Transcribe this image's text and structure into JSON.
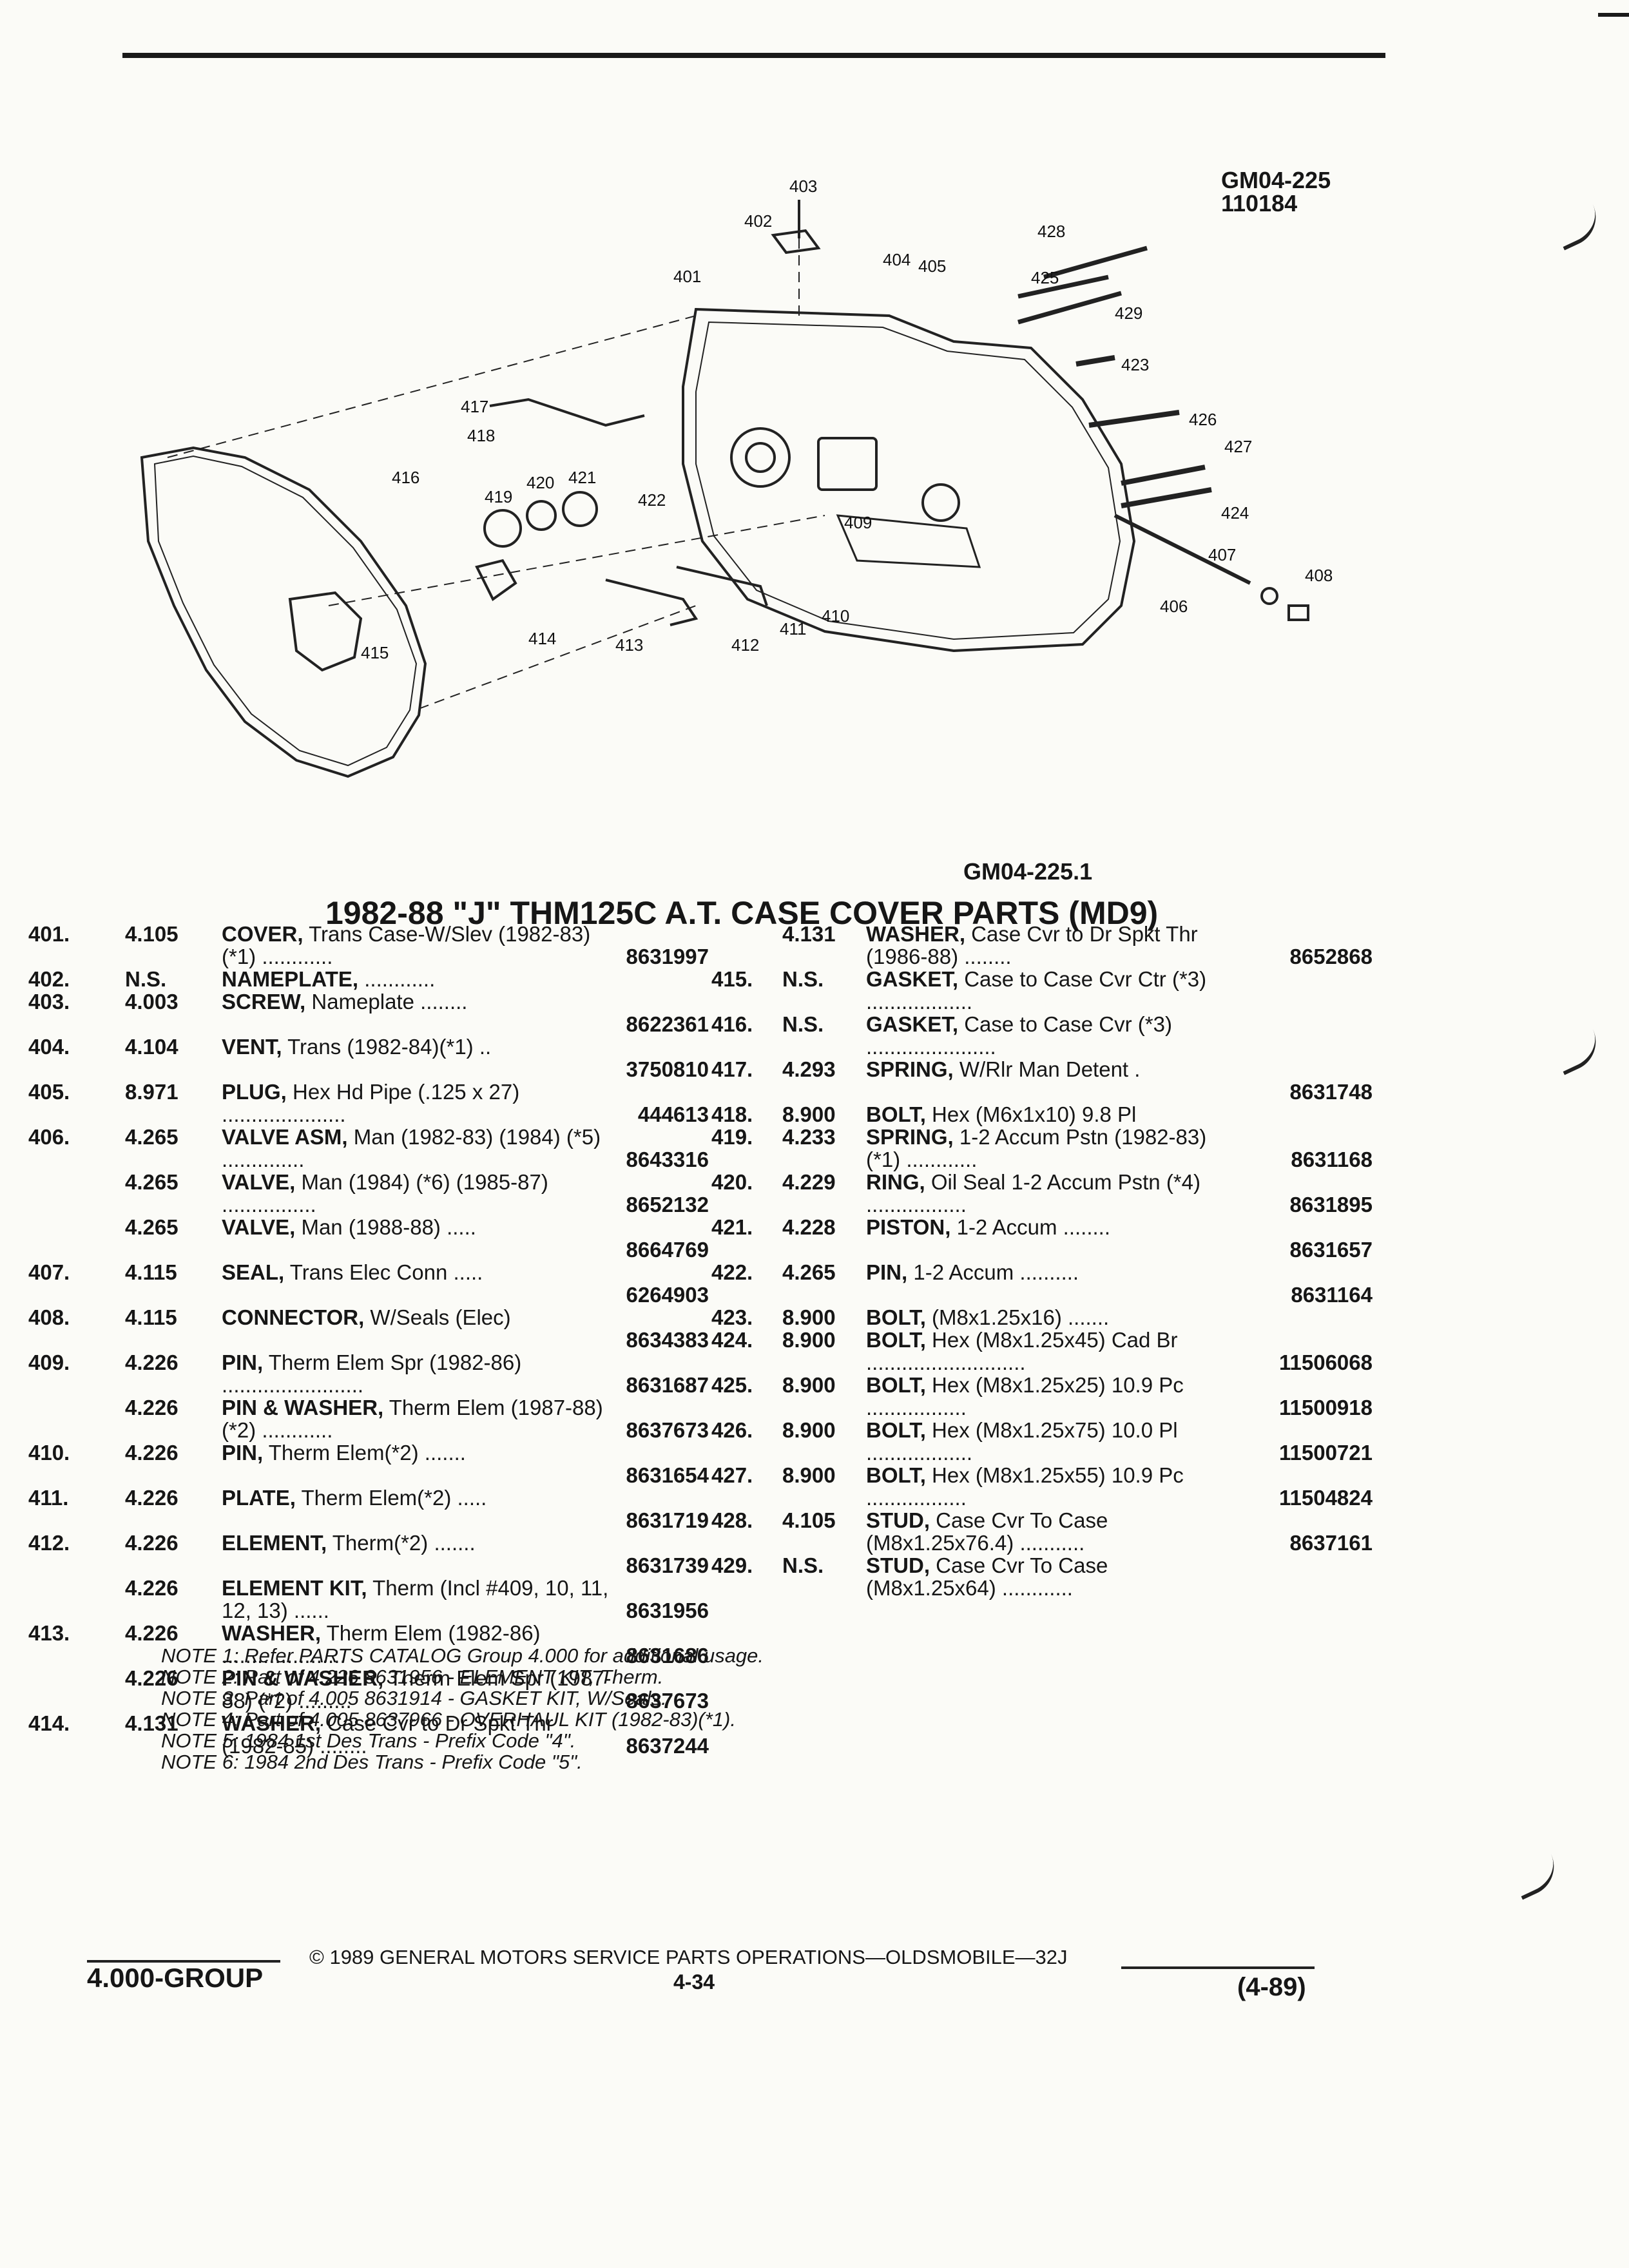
{
  "header": {
    "code1": "GM04-225",
    "code2": "110184"
  },
  "diagram": {
    "callouts": [
      "401",
      "402",
      "403",
      "404",
      "405",
      "406",
      "407",
      "408",
      "409",
      "410",
      "411",
      "412",
      "413",
      "414",
      "415",
      "416",
      "417",
      "418",
      "419",
      "420",
      "421",
      "422",
      "423",
      "424",
      "425",
      "426",
      "427",
      "428",
      "429"
    ],
    "sub_code": "GM04-225.1"
  },
  "title": "1982-88 \"J\" THM125C A.T. CASE COVER PARTS (MD9)",
  "left_parts": [
    {
      "ref": "401.",
      "grp": "4.105",
      "name": "COVER,",
      "desc": " Trans Case-W/Slev (1982-83) (*1) ............",
      "part": "8631997"
    },
    {
      "ref": "402.",
      "grp": "N.S.",
      "name": "NAMEPLATE,",
      "desc": " ............",
      "part": ""
    },
    {
      "ref": "403.",
      "grp": "4.003",
      "name": "SCREW,",
      "desc": " Nameplate ........",
      "part": "8622361"
    },
    {
      "ref": "404.",
      "grp": "4.104",
      "name": "VENT,",
      "desc": " Trans (1982-84)(*1) ..",
      "part": "3750810"
    },
    {
      "ref": "405.",
      "grp": "8.971",
      "name": "PLUG,",
      "desc": " Hex Hd Pipe (.125 x 27) .....................",
      "part": "444613"
    },
    {
      "ref": "406.",
      "grp": "4.265",
      "name": "VALVE ASM,",
      "desc": " Man (1982-83) (1984) (*5) ..............",
      "part": "8643316"
    },
    {
      "ref": "",
      "grp": "4.265",
      "name": "VALVE,",
      "desc": " Man (1984) (*6) (1985-87) ................",
      "part": "8652132"
    },
    {
      "ref": "",
      "grp": "4.265",
      "name": "VALVE,",
      "desc": " Man (1988-88) .....",
      "part": "8664769"
    },
    {
      "ref": "407.",
      "grp": "4.115",
      "name": "SEAL,",
      "desc": " Trans Elec Conn .....",
      "part": "6264903"
    },
    {
      "ref": "408.",
      "grp": "4.115",
      "name": "CONNECTOR,",
      "desc": " W/Seals (Elec)",
      "part": "8634383"
    },
    {
      "ref": "409.",
      "grp": "4.226",
      "name": "PIN,",
      "desc": " Therm Elem Spr (1982-86) ........................",
      "part": "8631687"
    },
    {
      "ref": "",
      "grp": "4.226",
      "name": "PIN & WASHER,",
      "desc": " Therm Elem (1987-88) (*2) ............",
      "part": "8637673"
    },
    {
      "ref": "410.",
      "grp": "4.226",
      "name": "PIN,",
      "desc": " Therm Elem(*2) .......",
      "part": "8631654"
    },
    {
      "ref": "411.",
      "grp": "4.226",
      "name": "PLATE,",
      "desc": " Therm Elem(*2) .....",
      "part": "8631719"
    },
    {
      "ref": "412.",
      "grp": "4.226",
      "name": "ELEMENT,",
      "desc": " Therm(*2) .......",
      "part": "8631739"
    },
    {
      "ref": "",
      "grp": "4.226",
      "name": "ELEMENT KIT,",
      "desc": " Therm (Incl #409, 10, 11, 12, 13) ......",
      "part": "8631956"
    },
    {
      "ref": "413.",
      "grp": "4.226",
      "name": "WASHER,",
      "desc": " Therm Elem (1982-86) .....................",
      "part": "8631686"
    },
    {
      "ref": "",
      "grp": "4.226",
      "name": "PIN & WASHER,",
      "desc": " Therm Elem Spr (1987-88) (*2) .........",
      "part": "8637673"
    },
    {
      "ref": "414.",
      "grp": "4.131",
      "name": "WASHER,",
      "desc": " Case Cvr to Dr Spkt Thr (1982-85) ........",
      "part": "8637244"
    }
  ],
  "right_parts": [
    {
      "ref": "",
      "grp": "4.131",
      "name": "WASHER,",
      "desc": " Case Cvr to Dr Spkt Thr (1986-88) ........",
      "part": "8652868"
    },
    {
      "ref": "415.",
      "grp": "N.S.",
      "name": "GASKET,",
      "desc": " Case to Case Cvr Ctr (*3) ..................",
      "part": ""
    },
    {
      "ref": "416.",
      "grp": "N.S.",
      "name": "GASKET,",
      "desc": " Case to Case Cvr (*3) ......................",
      "part": ""
    },
    {
      "ref": "417.",
      "grp": "4.293",
      "name": "SPRING,",
      "desc": " W/Rlr Man Detent .",
      "part": "8631748"
    },
    {
      "ref": "418.",
      "grp": "8.900",
      "name": "BOLT,",
      "desc": " Hex (M6x1x10) 9.8 Pl",
      "part": ""
    },
    {
      "ref": "419.",
      "grp": "4.233",
      "name": "SPRING,",
      "desc": " 1-2 Accum Pstn (1982-83) (*1) ............",
      "part": "8631168"
    },
    {
      "ref": "420.",
      "grp": "4.229",
      "name": "RING,",
      "desc": " Oil Seal 1-2 Accum Pstn (*4) .................",
      "part": "8631895"
    },
    {
      "ref": "421.",
      "grp": "4.228",
      "name": "PISTON,",
      "desc": " 1-2 Accum ........",
      "part": "8631657"
    },
    {
      "ref": "422.",
      "grp": "4.265",
      "name": "PIN,",
      "desc": " 1-2 Accum ..........",
      "part": "8631164"
    },
    {
      "ref": "423.",
      "grp": "8.900",
      "name": "BOLT,",
      "desc": " (M8x1.25x16) .......",
      "part": ""
    },
    {
      "ref": "424.",
      "grp": "8.900",
      "name": "BOLT,",
      "desc": " Hex (M8x1.25x45) Cad Br ...........................",
      "part": "11506068"
    },
    {
      "ref": "425.",
      "grp": "8.900",
      "name": "BOLT,",
      "desc": " Hex (M8x1.25x25) 10.9 Pc .................",
      "part": "11500918"
    },
    {
      "ref": "426.",
      "grp": "8.900",
      "name": "BOLT,",
      "desc": " Hex (M8x1.25x75) 10.0 Pl ..................",
      "part": "11500721"
    },
    {
      "ref": "427.",
      "grp": "8.900",
      "name": "BOLT,",
      "desc": " Hex (M8x1.25x55) 10.9 Pc .................",
      "part": "11504824"
    },
    {
      "ref": "428.",
      "grp": "4.105",
      "name": "STUD,",
      "desc": " Case Cvr To Case (M8x1.25x76.4) ...........",
      "part": "8637161"
    },
    {
      "ref": "429.",
      "grp": "N.S.",
      "name": "STUD,",
      "desc": " Case Cvr To Case (M8x1.25x64) ............",
      "part": ""
    }
  ],
  "notes": [
    "NOTE 1: Refer PARTS CATALOG Group 4.000 for additional usage.",
    "NOTE 2: Part of 4.226 8631956 - ELEMENT KIT, Therm.",
    "NOTE 3: Part of 4.005 8631914 - GASKET KIT, W/Seals.",
    "NOTE 4: Part of 4.005 8637966 - OVERHAUL KIT (1982-83)(*1).",
    "NOTE 5: 1984 1st Des Trans - Prefix Code \"4\".",
    "NOTE 6: 1984 2nd Des Trans - Prefix Code \"5\"."
  ],
  "footer": {
    "group": "4.000-GROUP",
    "copyright": "© 1989 GENERAL MOTORS SERVICE PARTS OPERATIONS—OLDSMOBILE—32J",
    "page": "4-34",
    "date": "(4-89)"
  }
}
